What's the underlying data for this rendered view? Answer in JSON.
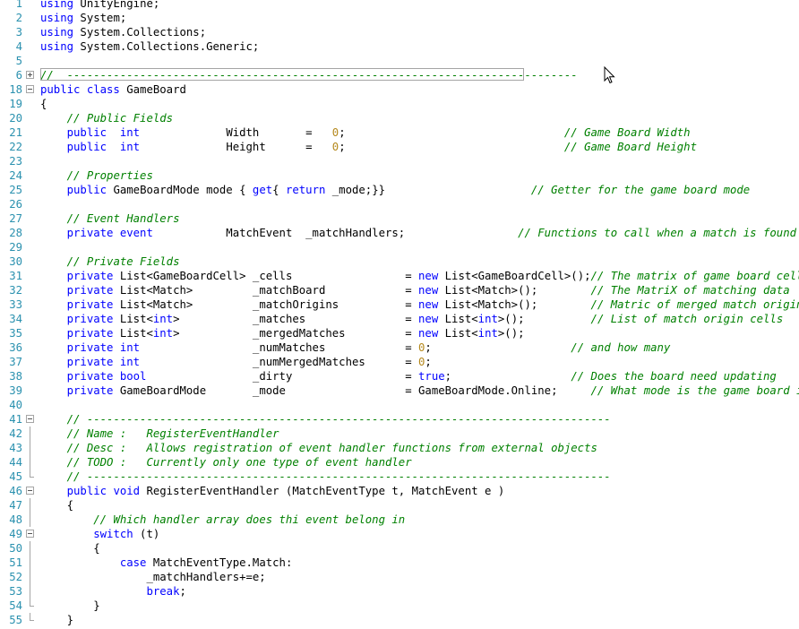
{
  "editor": {
    "collapsed_region_text": "//  -----------------------------------------------------------------------------",
    "lines": [
      {
        "n": "1",
        "tokens": [
          [
            "k",
            "using"
          ],
          [
            "t",
            " UnityEngine;"
          ]
        ]
      },
      {
        "n": "2",
        "tokens": [
          [
            "k",
            "using"
          ],
          [
            "t",
            " System;"
          ]
        ]
      },
      {
        "n": "3",
        "tokens": [
          [
            "k",
            "using"
          ],
          [
            "t",
            " System.Collections;"
          ]
        ]
      },
      {
        "n": "4",
        "tokens": [
          [
            "k",
            "using"
          ],
          [
            "t",
            " System.Collections.Generic;"
          ]
        ]
      },
      {
        "n": "5",
        "tokens": []
      },
      {
        "n": "6",
        "fold": "plus",
        "collapsed": true,
        "tokens": [
          [
            "c",
            "//  -----------------------------------------------------------------------------"
          ]
        ]
      },
      {
        "n": "18",
        "fold": "minus",
        "tokens": [
          [
            "k",
            "public class"
          ],
          [
            "t",
            " GameBoard"
          ]
        ]
      },
      {
        "n": "19",
        "tokens": [
          [
            "t",
            "{"
          ]
        ]
      },
      {
        "n": "20",
        "tokens": [
          [
            "t",
            "    "
          ],
          [
            "c",
            "// Public Fields"
          ]
        ]
      },
      {
        "n": "21",
        "tokens": [
          [
            "t",
            "    "
          ],
          [
            "k",
            "public"
          ],
          [
            "t",
            "  "
          ],
          [
            "k",
            "int"
          ],
          [
            "t",
            "             Width       =   "
          ],
          [
            "n",
            "0"
          ],
          [
            "t",
            ";                                 "
          ],
          [
            "c",
            "// Game Board Width"
          ]
        ]
      },
      {
        "n": "22",
        "tokens": [
          [
            "t",
            "    "
          ],
          [
            "k",
            "public"
          ],
          [
            "t",
            "  "
          ],
          [
            "k",
            "int"
          ],
          [
            "t",
            "             Height      =   "
          ],
          [
            "n",
            "0"
          ],
          [
            "t",
            ";                                 "
          ],
          [
            "c",
            "// Game Board Height"
          ]
        ]
      },
      {
        "n": "23",
        "tokens": []
      },
      {
        "n": "24",
        "tokens": [
          [
            "t",
            "    "
          ],
          [
            "c",
            "// Properties"
          ]
        ]
      },
      {
        "n": "25",
        "tokens": [
          [
            "t",
            "    "
          ],
          [
            "k",
            "public"
          ],
          [
            "t",
            " GameBoardMode mode { "
          ],
          [
            "k",
            "get"
          ],
          [
            "t",
            "{ "
          ],
          [
            "k",
            "return"
          ],
          [
            "t",
            " _mode;}}                      "
          ],
          [
            "c",
            "// Getter for the game board mode"
          ]
        ]
      },
      {
        "n": "26",
        "tokens": []
      },
      {
        "n": "27",
        "tokens": [
          [
            "t",
            "    "
          ],
          [
            "c",
            "// Event Handlers"
          ]
        ]
      },
      {
        "n": "28",
        "tokens": [
          [
            "t",
            "    "
          ],
          [
            "k",
            "private event"
          ],
          [
            "t",
            "           MatchEvent  _matchHandlers;                 "
          ],
          [
            "c",
            "// Functions to call when a match is found"
          ]
        ]
      },
      {
        "n": "29",
        "tokens": []
      },
      {
        "n": "30",
        "tokens": [
          [
            "t",
            "    "
          ],
          [
            "c",
            "// Private Fields"
          ]
        ]
      },
      {
        "n": "31",
        "tokens": [
          [
            "t",
            "    "
          ],
          [
            "k",
            "private"
          ],
          [
            "t",
            " List<GameBoardCell> _cells                 = "
          ],
          [
            "k",
            "new"
          ],
          [
            "t",
            " List<GameBoardCell>();"
          ],
          [
            "c",
            "// The matrix of game board cells"
          ]
        ]
      },
      {
        "n": "32",
        "tokens": [
          [
            "t",
            "    "
          ],
          [
            "k",
            "private"
          ],
          [
            "t",
            " List<Match>         _matchBoard            = "
          ],
          [
            "k",
            "new"
          ],
          [
            "t",
            " List<Match>();        "
          ],
          [
            "c",
            "// The MatriX of matching data"
          ]
        ]
      },
      {
        "n": "33",
        "tokens": [
          [
            "t",
            "    "
          ],
          [
            "k",
            "private"
          ],
          [
            "t",
            " List<Match>         _matchOrigins          = "
          ],
          [
            "k",
            "new"
          ],
          [
            "t",
            " List<Match>();        "
          ],
          [
            "c",
            "// Matric of merged match origins"
          ]
        ]
      },
      {
        "n": "34",
        "tokens": [
          [
            "t",
            "    "
          ],
          [
            "k",
            "private"
          ],
          [
            "t",
            " List<"
          ],
          [
            "k",
            "int"
          ],
          [
            "t",
            ">           _matches               = "
          ],
          [
            "k",
            "new"
          ],
          [
            "t",
            " List<"
          ],
          [
            "k",
            "int"
          ],
          [
            "t",
            ">();          "
          ],
          [
            "c",
            "// List of match origin cells"
          ]
        ]
      },
      {
        "n": "35",
        "tokens": [
          [
            "t",
            "    "
          ],
          [
            "k",
            "private"
          ],
          [
            "t",
            " List<"
          ],
          [
            "k",
            "int"
          ],
          [
            "t",
            ">           _mergedMatches         = "
          ],
          [
            "k",
            "new"
          ],
          [
            "t",
            " List<"
          ],
          [
            "k",
            "int"
          ],
          [
            "t",
            ">();"
          ]
        ]
      },
      {
        "n": "36",
        "tokens": [
          [
            "t",
            "    "
          ],
          [
            "k",
            "private int"
          ],
          [
            "t",
            "                 _numMatches            = "
          ],
          [
            "n",
            "0"
          ],
          [
            "t",
            ";                     "
          ],
          [
            "c",
            "// and how many"
          ]
        ]
      },
      {
        "n": "37",
        "tokens": [
          [
            "t",
            "    "
          ],
          [
            "k",
            "private int"
          ],
          [
            "t",
            "                 _numMergedMatches      = "
          ],
          [
            "n",
            "0"
          ],
          [
            "t",
            ";"
          ]
        ]
      },
      {
        "n": "38",
        "tokens": [
          [
            "t",
            "    "
          ],
          [
            "k",
            "private bool"
          ],
          [
            "t",
            "                _dirty                 = "
          ],
          [
            "k",
            "true"
          ],
          [
            "t",
            ";                  "
          ],
          [
            "c",
            "// Does the board need updating"
          ]
        ]
      },
      {
        "n": "39",
        "tokens": [
          [
            "t",
            "    "
          ],
          [
            "k",
            "private"
          ],
          [
            "t",
            " GameBoardMode       _mode                  = GameBoardMode.Online;     "
          ],
          [
            "c",
            "// What mode is the game board in"
          ]
        ]
      },
      {
        "n": "40",
        "tokens": []
      },
      {
        "n": "41",
        "fold": "minus",
        "tokens": [
          [
            "t",
            "    "
          ],
          [
            "c",
            "// -------------------------------------------------------------------------------"
          ]
        ]
      },
      {
        "n": "42",
        "fold": "line",
        "tokens": [
          [
            "t",
            "    "
          ],
          [
            "c",
            "// Name :   RegisterEventHandler"
          ]
        ]
      },
      {
        "n": "43",
        "fold": "line",
        "tokens": [
          [
            "t",
            "    "
          ],
          [
            "c",
            "// Desc :   Allows registration of event handler functions from external objects"
          ]
        ]
      },
      {
        "n": "44",
        "fold": "line",
        "tokens": [
          [
            "t",
            "    "
          ],
          [
            "c",
            "// TODO :   Currently only one type of event handler"
          ]
        ]
      },
      {
        "n": "45",
        "fold": "end",
        "tokens": [
          [
            "t",
            "    "
          ],
          [
            "c",
            "// -------------------------------------------------------------------------------"
          ]
        ]
      },
      {
        "n": "46",
        "fold": "minus",
        "tokens": [
          [
            "t",
            "    "
          ],
          [
            "k",
            "public void"
          ],
          [
            "t",
            " RegisterEventHandler (MatchEventType t, MatchEvent e )"
          ]
        ]
      },
      {
        "n": "47",
        "fold": "line",
        "tokens": [
          [
            "t",
            "    {"
          ]
        ]
      },
      {
        "n": "48",
        "fold": "line",
        "tokens": [
          [
            "t",
            "        "
          ],
          [
            "c",
            "// Which handler array does thi event belong in"
          ]
        ]
      },
      {
        "n": "49",
        "fold": "minus",
        "tokens": [
          [
            "t",
            "        "
          ],
          [
            "k",
            "switch"
          ],
          [
            "t",
            " (t)"
          ]
        ]
      },
      {
        "n": "50",
        "fold": "line",
        "tokens": [
          [
            "t",
            "        {"
          ]
        ]
      },
      {
        "n": "51",
        "fold": "line",
        "tokens": [
          [
            "t",
            "            "
          ],
          [
            "k",
            "case"
          ],
          [
            "t",
            " MatchEventType.Match:"
          ]
        ]
      },
      {
        "n": "52",
        "fold": "line",
        "tokens": [
          [
            "t",
            "                _matchHandlers+=e;"
          ]
        ]
      },
      {
        "n": "53",
        "fold": "line",
        "tokens": [
          [
            "t",
            "                "
          ],
          [
            "k",
            "break"
          ],
          [
            "t",
            ";"
          ]
        ]
      },
      {
        "n": "54",
        "fold": "end",
        "tokens": [
          [
            "t",
            "        }"
          ]
        ]
      },
      {
        "n": "55",
        "fold": "end",
        "tokens": [
          [
            "t",
            "    }"
          ]
        ]
      }
    ]
  }
}
